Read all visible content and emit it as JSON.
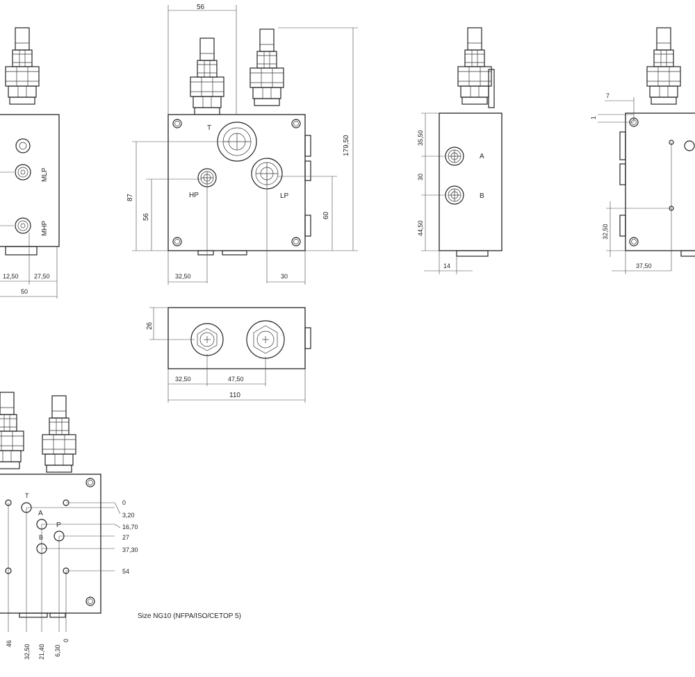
{
  "main_view": {
    "dims": {
      "width_top": "56",
      "height_total": "179,50",
      "h87": "87",
      "h56": "56",
      "h60": "60",
      "w32_50": "32,50",
      "w30": "30"
    },
    "ports": {
      "t": "T",
      "hp": "HP",
      "lp": "LP"
    }
  },
  "left_view": {
    "ports": {
      "mlp": "MLP",
      "mhp": "MHP"
    },
    "dims": {
      "w12_50": "12,50",
      "w27_50": "27,50",
      "w50": "50"
    }
  },
  "side_view": {
    "ports": {
      "a": "A",
      "b": "B"
    },
    "dims": {
      "h35_50": "35,50",
      "h30": "30",
      "h44_50": "44,50",
      "w14": "14"
    }
  },
  "right_view": {
    "dims": {
      "w7": "7",
      "h1": "1",
      "h32_50": "32,50",
      "w37_50": "37,50"
    }
  },
  "bottom_view": {
    "dims": {
      "h26": "26",
      "w32_50": "32,50",
      "w47_50": "47,50",
      "w110": "110"
    }
  },
  "iso_view": {
    "ports": {
      "t": "T",
      "a": "A",
      "p": "P",
      "b": "B"
    },
    "right_dims": [
      "0",
      "3,20",
      "16,70",
      "27",
      "37,30",
      "54"
    ],
    "bottom_dims": [
      "46",
      "32,50",
      "21,40",
      "6,30",
      "0"
    ]
  },
  "caption": "Size NG10 (NFPA/ISO/CETOP 5)"
}
